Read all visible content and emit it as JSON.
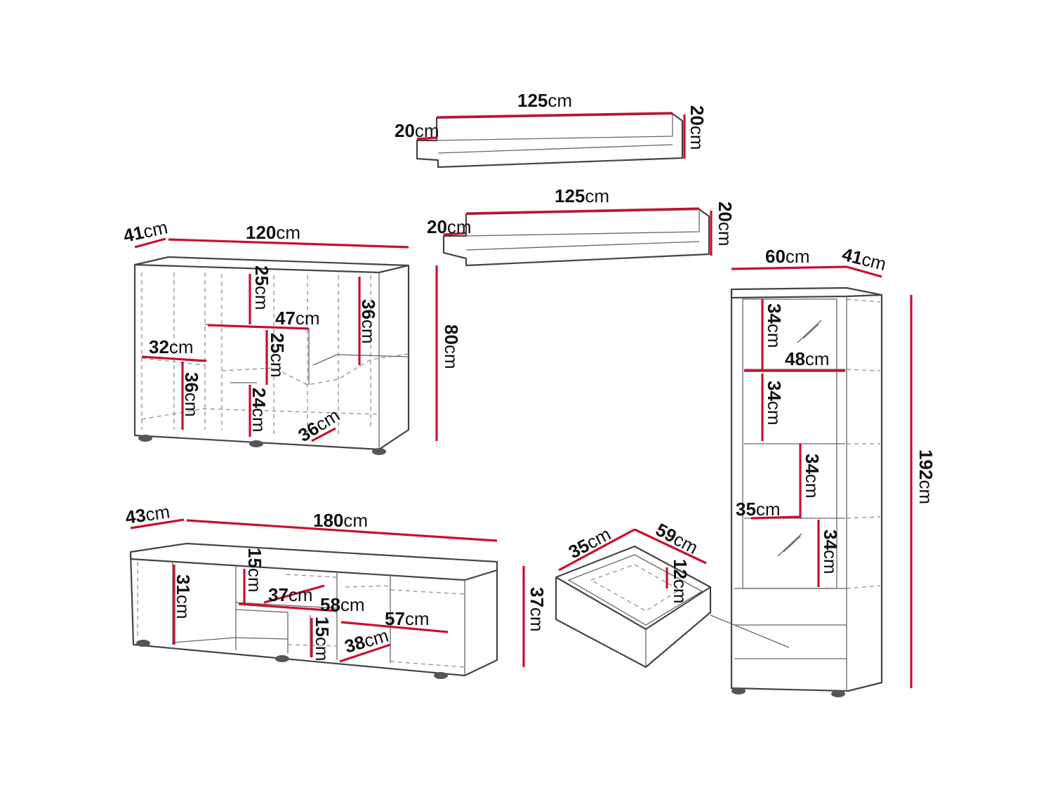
{
  "unit": "cm",
  "colors": {
    "dimension_line": "#c8102e",
    "outline": "#444444",
    "text": "#111111"
  },
  "dimensions": {
    "shelf_top": {
      "width": "125",
      "depth": "20",
      "height": "20"
    },
    "shelf_bottom": {
      "width": "125",
      "depth": "20",
      "height": "20"
    },
    "sideboard": {
      "depth": "41",
      "width": "120",
      "height": "80",
      "inner_top_h": "25",
      "inner_top_w": "47",
      "inner_right_h": "36",
      "inner_left_w": "32",
      "inner_left_h": "36",
      "inner_mid_h": "25",
      "inner_low_h": "24",
      "inner_diag": "36"
    },
    "tv_stand": {
      "depth": "43",
      "width": "180",
      "height": "37",
      "left_h": "31",
      "mid_top_h": "15",
      "mid_w": "37",
      "mid_w2": "58",
      "right_w": "57",
      "mid_low_h": "15",
      "diag": "38"
    },
    "drawer": {
      "depth": "35",
      "width": "59",
      "height": "12"
    },
    "vitrine": {
      "width": "60",
      "depth": "41",
      "height": "192",
      "shelf_h1": "34",
      "inner_w": "48",
      "shelf_h2": "34",
      "shelf_h3": "34",
      "inner_d": "35",
      "shelf_h4": "34"
    }
  }
}
